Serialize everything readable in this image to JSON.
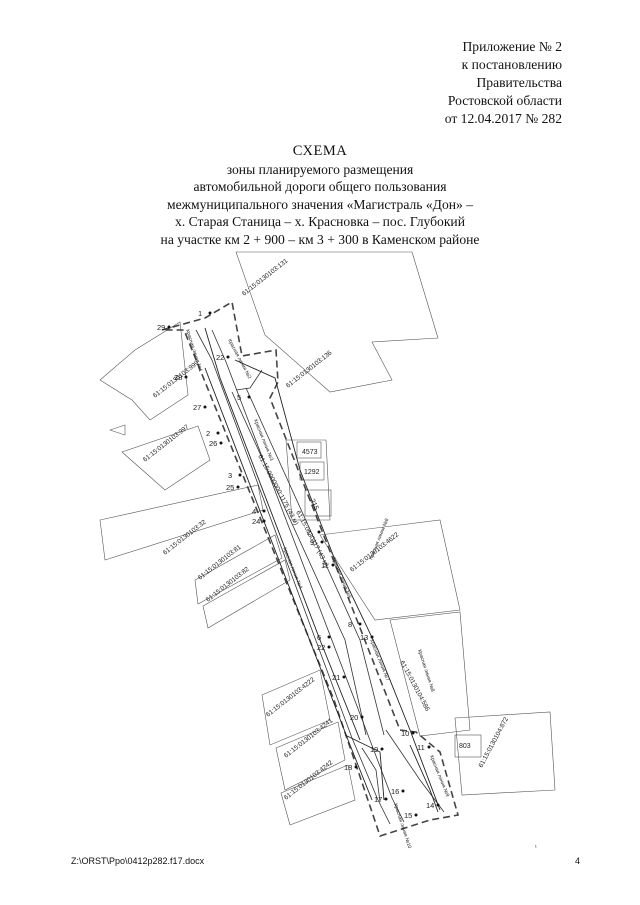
{
  "appendix": {
    "line1": "Приложение № 2",
    "line2": "к постановлению",
    "line3": "Правительства",
    "line4": "Ростовской области",
    "line5": "от 12.04.2017 № 282"
  },
  "title": {
    "head": "СХЕМА",
    "line1": "зоны планируемого размещения",
    "line2": "автомобильной дороги общего пользования",
    "line3": "межмуниципального значения «Магистраль «Дон» –",
    "line4": "х. Старая Станица – х. Красновка – пос. Глубокий",
    "line5": "на участке км 2 + 900 – км 3 + 300 в Каменском районе"
  },
  "map": {
    "cadastral_labels": [
      "61:15:0130103:131",
      "61:15:0130103:136",
      "61:15:0130103:999",
      "61:15:0130103:997",
      "61:15:0130103:32",
      "61:15:0130103:81",
      "61:15:0130103:82",
      "61:15:0130103:4622",
      "61:15:0130104:586",
      "61:15:0130103:4222",
      "61:15:0130103:4241",
      "61:15:0130103:4242",
      "61:15:0130104:872",
      "61:15:0000000:1175 (43 м)",
      "61:15:0130117 (43 м)"
    ],
    "red_line_labels": [
      "Красная линия №1",
      "Красная линия №2",
      "Красная линия №3",
      "Красная линия №4",
      "Красная линия №5",
      "Красная линия №6",
      "Красная линия №7",
      "Красная линия №8",
      "Красная линия №9",
      "Красная линия №10"
    ],
    "small_lots": [
      "4573",
      "1292",
      "215",
      "803"
    ],
    "point_numbers": [
      "1",
      "29",
      "28",
      "27",
      "2",
      "26",
      "3",
      "25",
      "4",
      "24",
      "22",
      "5",
      "2",
      "9",
      "11",
      "8",
      "6",
      "22",
      "21",
      "13",
      "10",
      "20",
      "11",
      "19",
      "18",
      "17",
      "16",
      "15",
      "14"
    ]
  },
  "footer": {
    "path": "Z:\\ORST\\Ppo\\0412p282.f17.docx",
    "page": "4",
    "stray": "¹"
  }
}
